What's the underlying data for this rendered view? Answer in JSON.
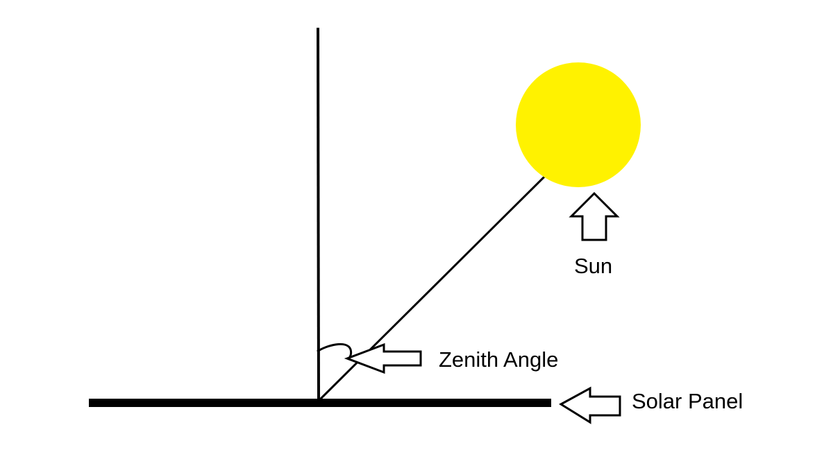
{
  "labels": {
    "sun": "Sun",
    "zenith_angle": "Zenith Angle",
    "solar_panel": "Solar Panel"
  },
  "colors": {
    "sun_fill": "#fff200",
    "line": "#000000",
    "background": "#ffffff"
  },
  "icons": {
    "sun_pointer": "arrow-up-outline-icon",
    "zenith_pointer": "arrow-left-outline-icon",
    "panel_pointer": "arrow-left-outline-icon"
  }
}
